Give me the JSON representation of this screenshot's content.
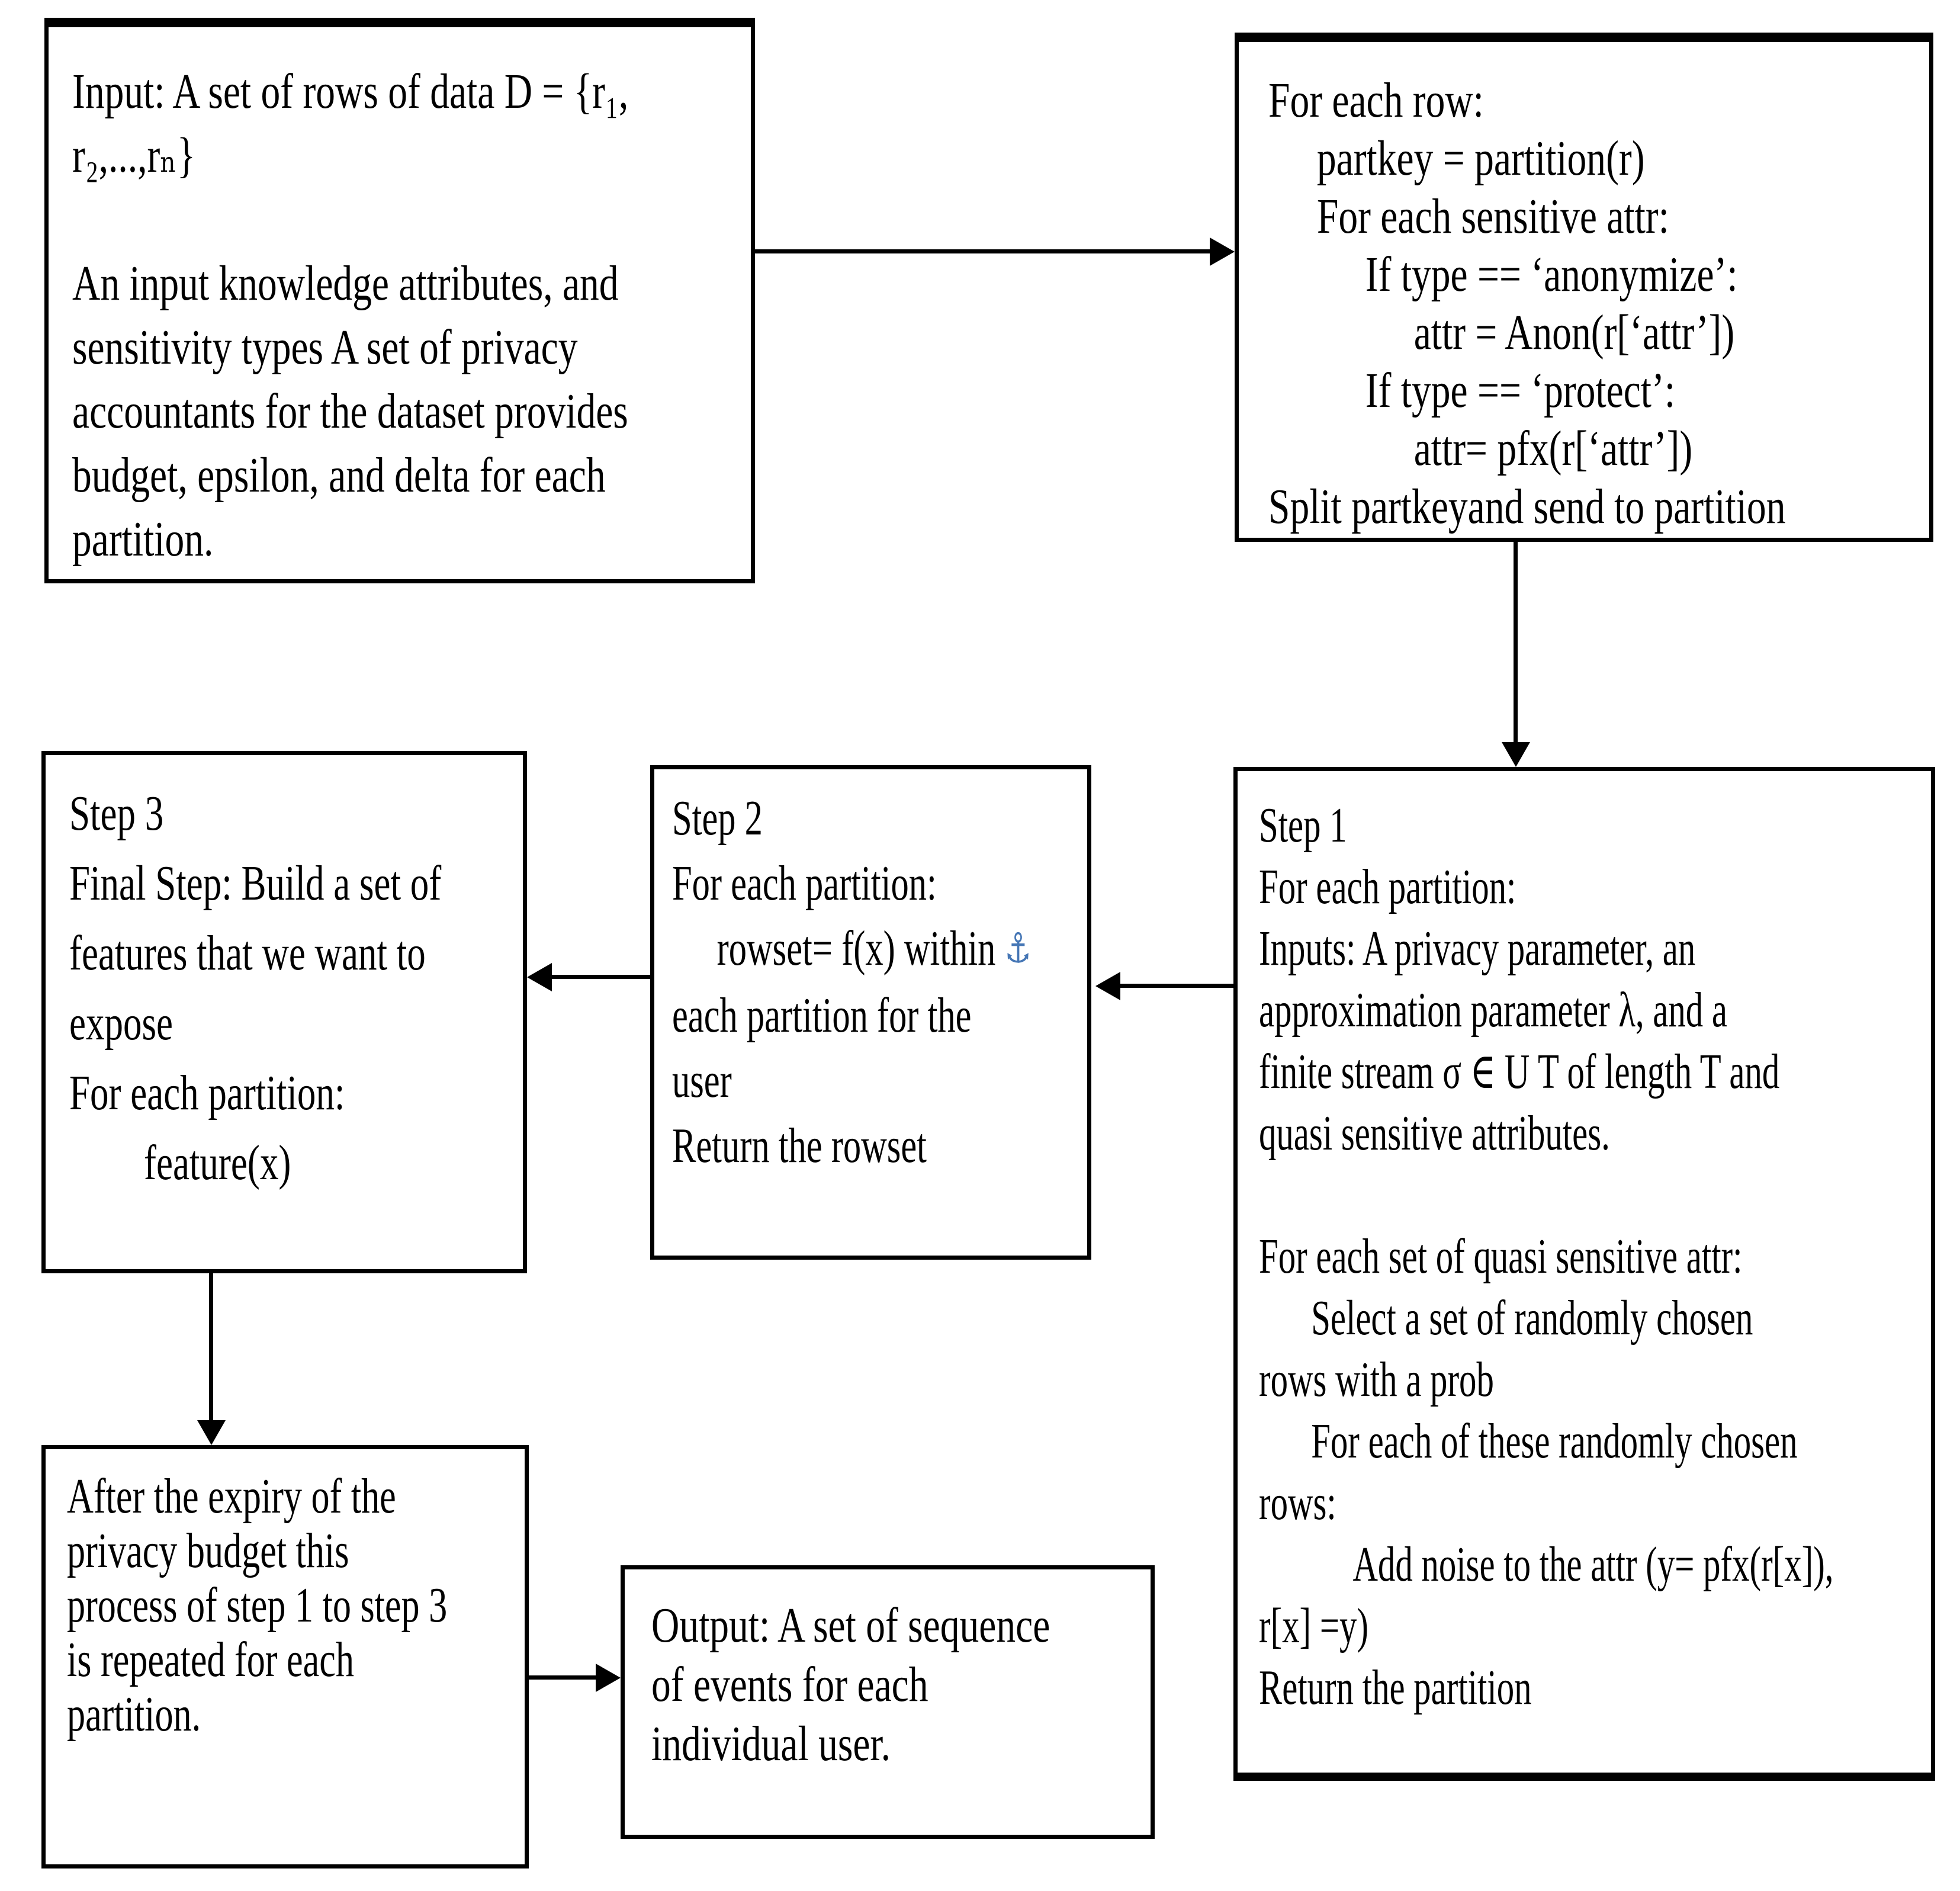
{
  "colors": {
    "background": "#ffffff",
    "border": "#000000",
    "text": "#000000",
    "anchor_icon": "#4576b5"
  },
  "icons": {
    "anchor": "⚓"
  },
  "boxes": {
    "input": {
      "lines": [
        "Input: A set of rows of data D = {r₁,",
        "r₂,...,rₙ}",
        "",
        "An input knowledge attributes, and",
        "sensitivity types A set of privacy",
        "accountants for the dataset provides",
        "budget, epsilon, and delta for each",
        "partition."
      ]
    },
    "foreach_row": {
      "lines": [
        "For each row:",
        "     partkey = partition(r)",
        "     For each sensitive attr:",
        "          If type == ‘anonymize’:",
        "               attr = Anon(r[‘attr’])",
        "          If type == ‘protect’:",
        "               attr= pfx(r[‘attr’])",
        "Split partkeyand send to partition"
      ]
    },
    "step1": {
      "lines": [
        "Step 1",
        "For each partition:",
        "Inputs: A privacy parameter, an",
        "approximation parameter λ, and a",
        "finite stream σ ∈ U T of length T and",
        "quasi sensitive attributes.",
        "",
        "For each set of quasi sensitive attr:",
        "      Select a set of randomly chosen",
        "rows with a prob",
        "      For each of these randomly chosen",
        "rows:",
        "           Add noise to the attr (y= pfx(r[x]),",
        "r[x] =y)",
        "Return the partition"
      ]
    },
    "step2": {
      "lines": [
        {
          "t": "Step 2"
        },
        {
          "t": "For each partition:"
        },
        {
          "t": "     rowset= f(x) within ",
          "icon": "anchor"
        },
        {
          "t": "each partition for the"
        },
        {
          "t": "user"
        },
        {
          "t": "Return the rowset"
        }
      ]
    },
    "step3": {
      "lines": [
        "Step 3",
        "Final Step: Build a set of",
        "features that we want to",
        "expose",
        "For each partition:",
        "        feature(x)"
      ]
    },
    "repeat": {
      "lines": [
        "After the expiry of the",
        "privacy budget this",
        "process of step 1 to step 3",
        "is repeated for each",
        "partition."
      ]
    },
    "output": {
      "lines": [
        "Output: A set of sequence",
        "of events for each",
        "individual user."
      ]
    }
  },
  "connections": [
    {
      "from": "input-box",
      "to": "row-processing-box",
      "direction": "right"
    },
    {
      "from": "row-processing-box",
      "to": "step1-box",
      "direction": "down"
    },
    {
      "from": "step1-box",
      "to": "step2-box",
      "direction": "left"
    },
    {
      "from": "step2-box",
      "to": "step3-box",
      "direction": "left"
    },
    {
      "from": "step3-box",
      "to": "repeat-box",
      "direction": "down"
    },
    {
      "from": "repeat-box",
      "to": "output-box",
      "direction": "right"
    }
  ]
}
